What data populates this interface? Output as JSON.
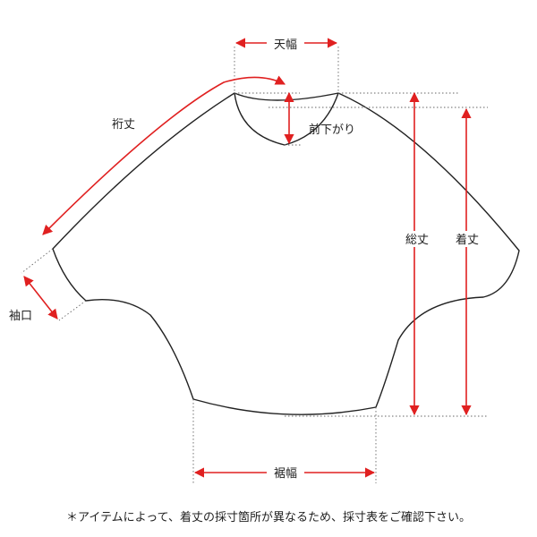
{
  "labels": {
    "tenhaba": "天幅",
    "mae_sagari": "前下がり",
    "yuki_take": "裄丈",
    "sode_guchi": "袖口",
    "sou_take": "総丈",
    "ki_take": "着丈",
    "suso_haba": "裾幅"
  },
  "note": "＊アイテムによって、着丈の採寸箇所が異なるため、採寸表をご確認下さい。",
  "colors": {
    "arrow": "#e02020",
    "line": "#222222",
    "guide": "#666666"
  }
}
